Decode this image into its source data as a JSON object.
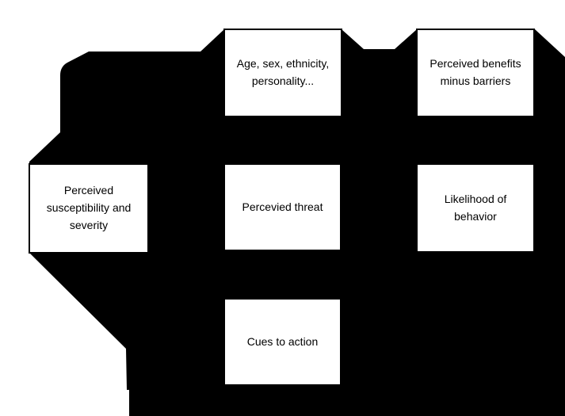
{
  "colors": {
    "background": "#ffffff",
    "blob": "#000000",
    "node_fill": "#ffffff",
    "node_border": "#000000",
    "text": "#000000"
  },
  "nodes": {
    "demographics": {
      "label": "Age, sex, ethnicity,\npersonality..."
    },
    "benefits": {
      "label": "Perceived benefits\nminus barriers"
    },
    "susceptibility": {
      "label": "Perceived\nsusceptibility and\nseverity"
    },
    "threat": {
      "label": "Percevied threat"
    },
    "likelihood": {
      "label": "Likelihood of\nbehavior"
    },
    "cues": {
      "label": "Cues to action"
    }
  }
}
